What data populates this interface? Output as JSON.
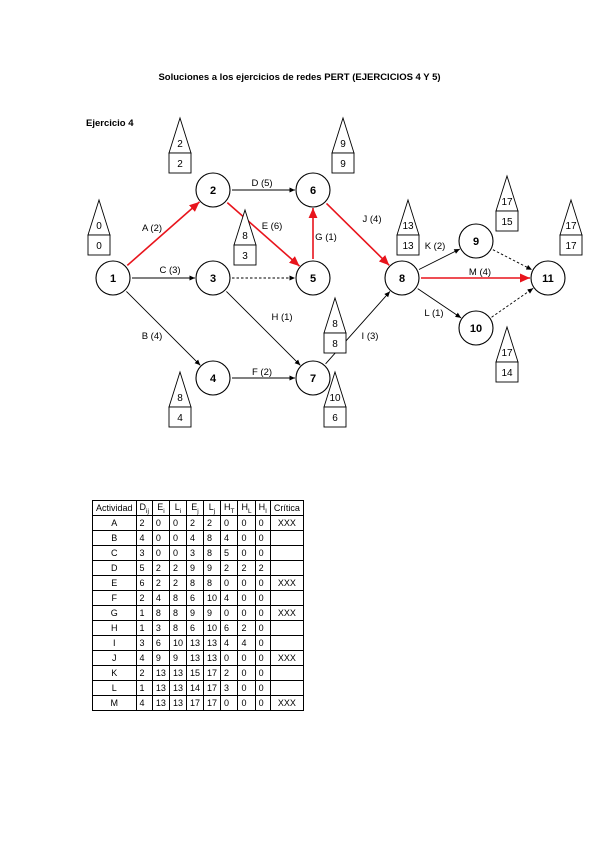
{
  "title": "Soluciones a los ejercicios de redes PERT (EJERCICIOS 4 Y 5)",
  "section": "Ejercicio 4",
  "network": {
    "nodes": [
      {
        "id": "1",
        "early": "0",
        "late": "0"
      },
      {
        "id": "2",
        "early": "2",
        "late": "2"
      },
      {
        "id": "3",
        "early": "8",
        "late": "3"
      },
      {
        "id": "4",
        "early": "8",
        "late": "4"
      },
      {
        "id": "5",
        "early": "8",
        "late": "8"
      },
      {
        "id": "6",
        "early": "9",
        "late": "9"
      },
      {
        "id": "7",
        "early": "10",
        "late": "6"
      },
      {
        "id": "8",
        "early": "13",
        "late": "13"
      },
      {
        "id": "9",
        "early": "17",
        "late": "15"
      },
      {
        "id": "10",
        "early": "17",
        "late": "14"
      },
      {
        "id": "11",
        "early": "17",
        "late": "17"
      }
    ],
    "activities": [
      {
        "label": "A (2)",
        "from": "1",
        "to": "2",
        "critical": true
      },
      {
        "label": "C (3)",
        "from": "1",
        "to": "3",
        "critical": false
      },
      {
        "label": "B (4)",
        "from": "1",
        "to": "4",
        "critical": false
      },
      {
        "label": "D (5)",
        "from": "2",
        "to": "6",
        "critical": false
      },
      {
        "label": "E (6)",
        "from": "2",
        "to": "5",
        "critical": true
      },
      {
        "label": "",
        "from": "3",
        "to": "5",
        "critical": false,
        "dummy": true
      },
      {
        "label": "H (1)",
        "from": "3",
        "to": "7",
        "critical": false
      },
      {
        "label": "F (2)",
        "from": "4",
        "to": "7",
        "critical": false
      },
      {
        "label": "G (1)",
        "from": "5",
        "to": "6",
        "critical": true
      },
      {
        "label": "J (4)",
        "from": "6",
        "to": "8",
        "critical": true
      },
      {
        "label": "I (3)",
        "from": "7",
        "to": "8",
        "critical": false
      },
      {
        "label": "K (2)",
        "from": "8",
        "to": "9",
        "critical": false
      },
      {
        "label": "M (4)",
        "from": "8",
        "to": "11",
        "critical": true
      },
      {
        "label": "L (1)",
        "from": "8",
        "to": "10",
        "critical": false
      },
      {
        "label": "",
        "from": "9",
        "to": "11",
        "critical": false,
        "dummy": true
      },
      {
        "label": "",
        "from": "10",
        "to": "11",
        "critical": false,
        "dummy": true
      }
    ],
    "colors": {
      "critical": "#e8141c",
      "normal": "#000000"
    }
  },
  "table": {
    "headers": [
      {
        "base": "Actividad",
        "sub": ""
      },
      {
        "base": "D",
        "sub": "ij"
      },
      {
        "base": "E",
        "sub": "i"
      },
      {
        "base": "L",
        "sub": "i"
      },
      {
        "base": "E",
        "sub": "j"
      },
      {
        "base": "L",
        "sub": "j"
      },
      {
        "base": "H",
        "sub": "T"
      },
      {
        "base": "H",
        "sub": "L"
      },
      {
        "base": "H",
        "sub": "I"
      },
      {
        "base": "Crítica",
        "sub": ""
      }
    ],
    "rows": [
      [
        "A",
        "2",
        "0",
        "0",
        "2",
        "2",
        "0",
        "0",
        "0",
        "XXX"
      ],
      [
        "B",
        "4",
        "0",
        "0",
        "4",
        "8",
        "4",
        "0",
        "0",
        ""
      ],
      [
        "C",
        "3",
        "0",
        "0",
        "3",
        "8",
        "5",
        "0",
        "0",
        ""
      ],
      [
        "D",
        "5",
        "2",
        "2",
        "9",
        "9",
        "2",
        "2",
        "2",
        ""
      ],
      [
        "E",
        "6",
        "2",
        "2",
        "8",
        "8",
        "0",
        "0",
        "0",
        "XXX"
      ],
      [
        "F",
        "2",
        "4",
        "8",
        "6",
        "10",
        "4",
        "0",
        "0",
        ""
      ],
      [
        "G",
        "1",
        "8",
        "8",
        "9",
        "9",
        "0",
        "0",
        "0",
        "XXX"
      ],
      [
        "H",
        "1",
        "3",
        "8",
        "6",
        "10",
        "6",
        "2",
        "0",
        ""
      ],
      [
        "I",
        "3",
        "6",
        "10",
        "13",
        "13",
        "4",
        "4",
        "0",
        ""
      ],
      [
        "J",
        "4",
        "9",
        "9",
        "13",
        "13",
        "0",
        "0",
        "0",
        "XXX"
      ],
      [
        "K",
        "2",
        "13",
        "13",
        "15",
        "17",
        "2",
        "0",
        "0",
        ""
      ],
      [
        "L",
        "1",
        "13",
        "13",
        "14",
        "17",
        "3",
        "0",
        "0",
        ""
      ],
      [
        "M",
        "4",
        "13",
        "13",
        "17",
        "17",
        "0",
        "0",
        "0",
        "XXX"
      ]
    ]
  }
}
